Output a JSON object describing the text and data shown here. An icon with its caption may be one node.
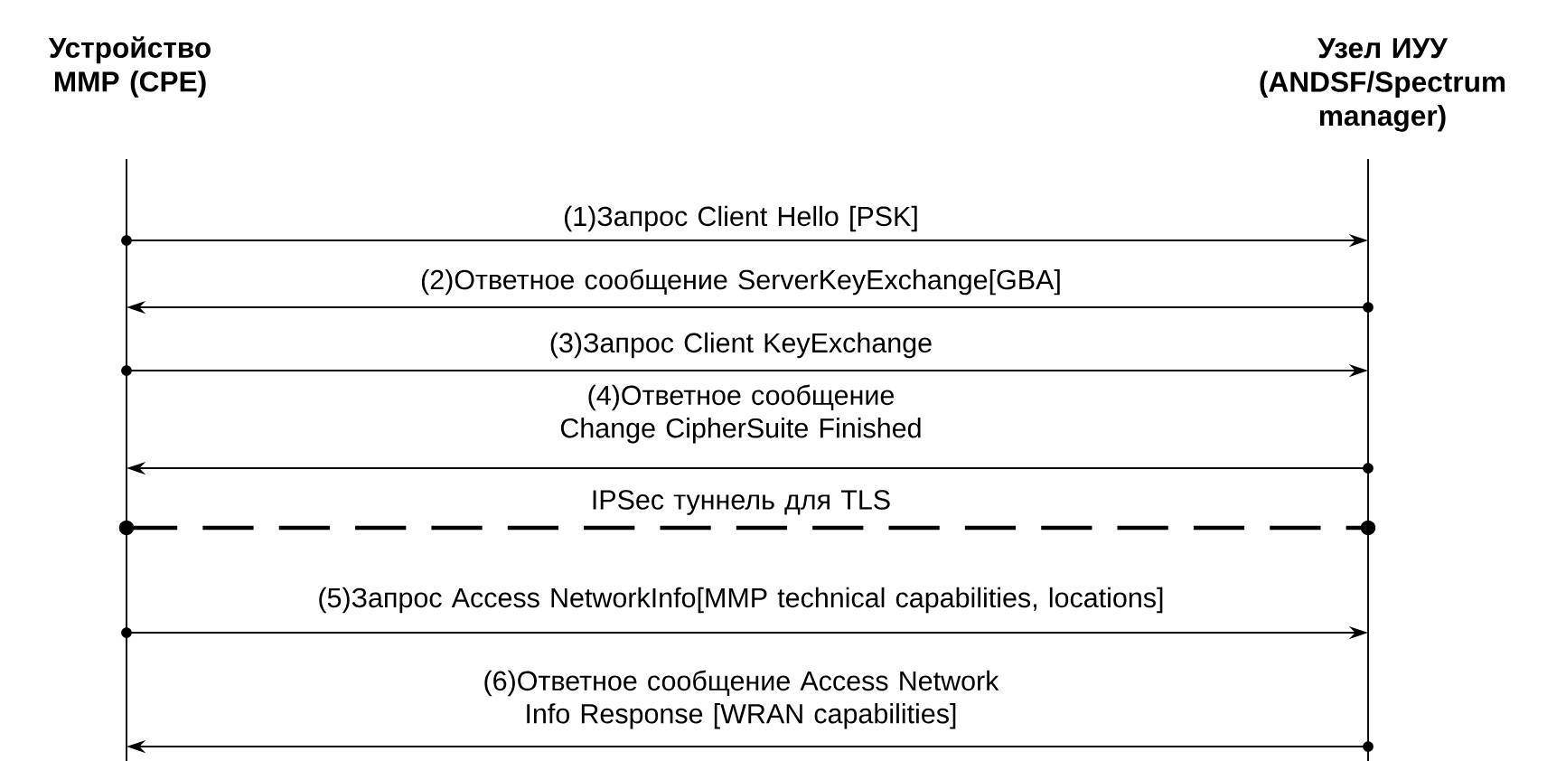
{
  "diagram": {
    "nodes": [
      {
        "text": [
          "Устройство MMP (CPE)"
        ]
      },
      {
        "text": [
          "Узел ИУУ (ANDSF/Spectrum manager)"
        ]
      },
      {
        "text": [],
        "shape": "bar"
      },
      {
        "text": [],
        "shape": "bar"
      }
    ],
    "edges": [
      {
        "from": 2,
        "to": 3,
        "arrow": "to",
        "label": "(1)Запрос Client Hello [PSK]"
      },
      {
        "from": 3,
        "to": 2,
        "arrow": "to",
        "label": "(2)Ответное сообщение ServerKeyExchange[GBA]"
      },
      {
        "from": 2,
        "to": 3,
        "arrow": "to",
        "label": "(3)Запрос Client KeyExchange"
      },
      {
        "from": 3,
        "to": 2,
        "arrow": "to",
        "label": "(4)Ответное сообщение Change CipherSuite Finished"
      },
      {
        "from": 2,
        "to": 3,
        "arrow": "other",
        "style": "dashed",
        "label": "IPSec туннель для TLS"
      },
      {
        "from": 2,
        "to": 3,
        "arrow": "to",
        "label": "(5)Запрос Access NetworkInfo[MMP technical capabilities, locations]"
      },
      {
        "from": 3,
        "to": 2,
        "arrow": "to",
        "label": "(6)Ответное сообщение Access Network Info Response [WRAN capabilities]"
      }
    ]
  }
}
